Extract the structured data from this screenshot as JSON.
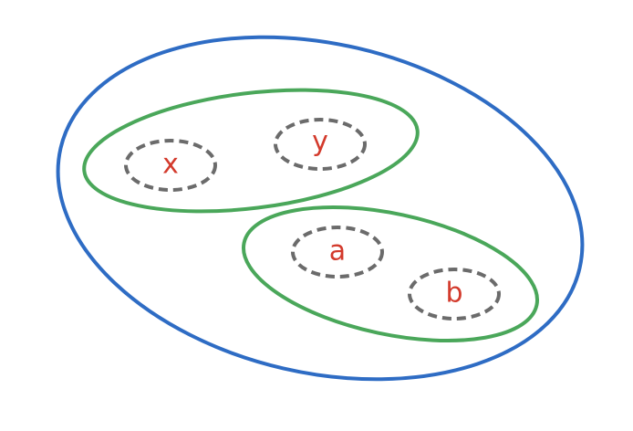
{
  "colors": {
    "outer_set": "#2e6cc4",
    "inner_set": "#4aa75a",
    "element_outline": "#6b6b6b",
    "element_label": "#d33a2c",
    "background": "#ffffff"
  },
  "elements": {
    "x": {
      "label": "x"
    },
    "y": {
      "label": "y"
    },
    "a": {
      "label": "a"
    },
    "b": {
      "label": "b"
    }
  }
}
